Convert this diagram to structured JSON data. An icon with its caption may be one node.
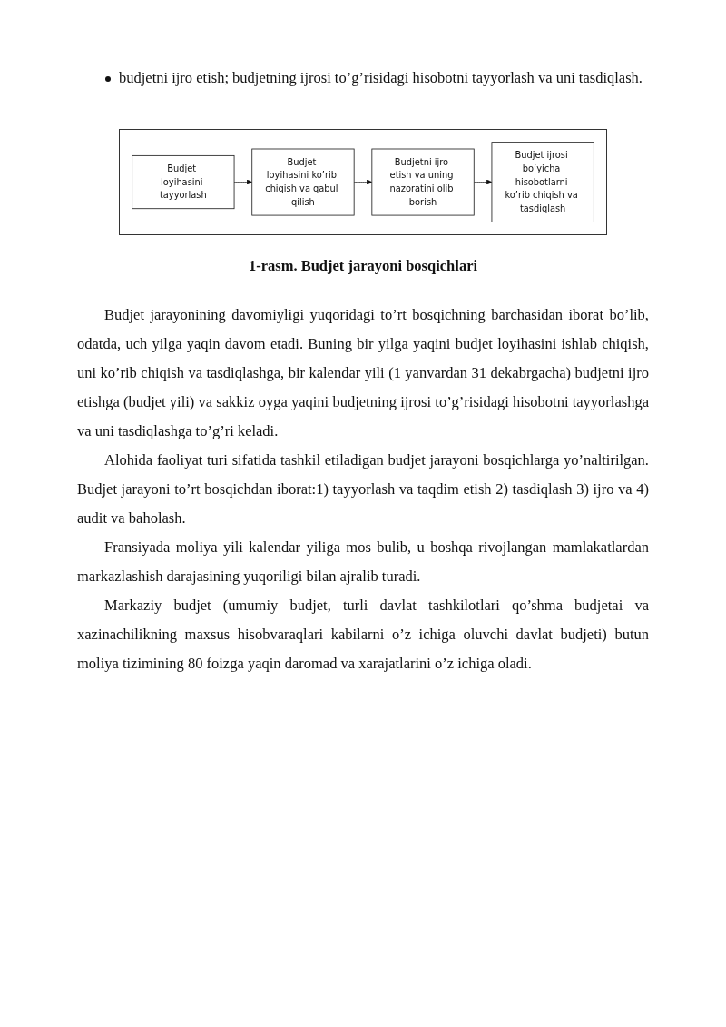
{
  "diagram": {
    "caption": "1-rasm. Budjet jarayoni bosqichlari",
    "nodes": [
      {
        "text": [
          "Budjet loyihasini tayyorlash"
        ]
      },
      {
        "text": [
          "Budjet loyihasini ko’rib chiqish va qabul qilish"
        ]
      },
      {
        "text": [
          "Budjetni ijro etish va uning nazoratini olib borish"
        ]
      },
      {
        "text": [
          "Budjet ijrosi bo’yicha hisobotlarni ko’rib chiqish va tasdiqlash"
        ]
      }
    ],
    "edges": [
      {
        "from": 0,
        "to": 1,
        "arrow": "to"
      },
      {
        "from": 1,
        "to": 2,
        "arrow": "to"
      },
      {
        "from": 2,
        "to": 3,
        "arrow": "to"
      }
    ],
    "labels": [
      "budjetni ijro etish; budjetning ijrosi to’g’risidagi hisobotni tayyorlash va uni tasdiqlash.",
      "Budjet jarayonining davomiyligi yuqoridagi to’rt bosqichning barchasidan iborat bo’lib, odatda, uch yilga yaqin davom etadi. Buning bir yilga yaqini budjet loyihasini ishlab chiqish, uni ko’rib chiqish va tasdiqlashga, bir kalendar yili (1 yanvardan 31 dekabrgacha) budjetni ijro etishga (budjet yili) va sakkiz oyga yaqini budjetning ijrosi to’g’risidagi hisobotni tayyorlashga va uni tasdiqlashga to’g’ri keladi.",
      "Alohida faoliyat turi sifatida tashkil etiladigan budjet jarayoni bosqichlarga yo’naltirilgan. Budjet jarayoni to’rt bosqichdan iborat:1) tayyorlash va taqdim etish 2) tasdiqlash 3) ijro va 4) audit va baholash.",
      "Fransiyada moliya yili kalendar yiliga mos bulib, u boshqa rivojlangan mamlakatlardan markazlashish darajasining yuqoriligi bilan ajralib turadi.",
      "Markaziy budjet (umumiy budjet, turli davlat tashkilotlari qo’shma budjetai va xazinachilikning maxsus hisobvaraqlari kabilarni o’z ichiga oluvchi davlat budjeti) butun moliya tizimining 80 foizga yaqin daromad va xarajatlarini o’z ichiga oladi."
    ]
  }
}
